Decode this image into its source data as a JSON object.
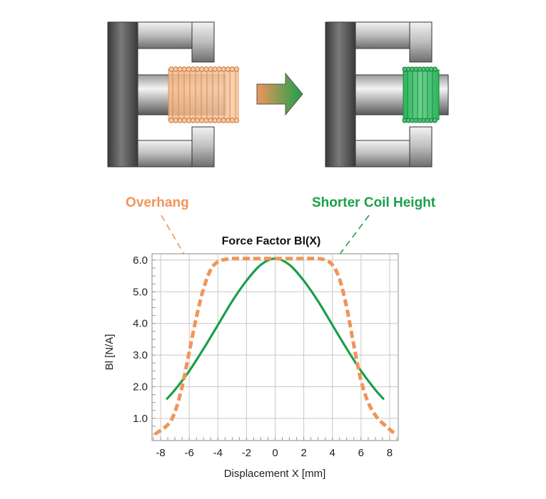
{
  "labels": {
    "overhang": "Overhang",
    "shorter": "Shorter Coil Height"
  },
  "colors": {
    "overhang": "#f0955a",
    "shorter": "#1aa04a",
    "magnet_dark": "#4a4a4a",
    "magnet_light": "#d8d8d8"
  },
  "chart_data": {
    "type": "line",
    "title": "Force Factor Bl(X)",
    "xlabel": "Displacement X [mm]",
    "ylabel": "Bl  [N/A]",
    "xlim": [
      -8.6,
      8.6
    ],
    "ylim": [
      0.3,
      6.2
    ],
    "xticks": [
      "-8",
      "-6",
      "-4",
      "-2",
      "0",
      "2",
      "4",
      "6",
      "8"
    ],
    "yticks": [
      "1.0",
      "2.0",
      "3.0",
      "4.0",
      "5.0",
      "6.0"
    ],
    "grid": true,
    "series": [
      {
        "name": "Overhang",
        "style": "dashed",
        "color": "#f0955a",
        "x": [
          -8.4,
          -7.5,
          -7.0,
          -6.5,
          -6.0,
          -5.5,
          -5.0,
          -4.5,
          -4.0,
          -3.5,
          -3.0,
          -2.0,
          0.0,
          2.0,
          3.0,
          3.5,
          4.0,
          4.5,
          5.0,
          5.5,
          6.0,
          6.5,
          7.0,
          7.5,
          8.4
        ],
        "y": [
          0.5,
          0.8,
          1.2,
          2.0,
          3.1,
          4.2,
          5.1,
          5.7,
          5.95,
          6.02,
          6.05,
          6.05,
          6.05,
          6.05,
          6.05,
          6.0,
          5.85,
          5.4,
          4.5,
          3.3,
          2.2,
          1.5,
          1.1,
          0.85,
          0.5
        ]
      },
      {
        "name": "Shorter Coil Height",
        "style": "solid",
        "color": "#1aa04a",
        "x": [
          -7.6,
          -7.0,
          -6.0,
          -5.0,
          -4.0,
          -3.0,
          -2.0,
          -1.0,
          0.0,
          1.0,
          2.0,
          3.0,
          4.0,
          5.0,
          6.0,
          7.0,
          7.6
        ],
        "y": [
          1.6,
          1.9,
          2.5,
          3.2,
          3.95,
          4.7,
          5.35,
          5.85,
          6.05,
          5.85,
          5.35,
          4.7,
          3.95,
          3.2,
          2.5,
          1.9,
          1.6
        ]
      }
    ]
  }
}
